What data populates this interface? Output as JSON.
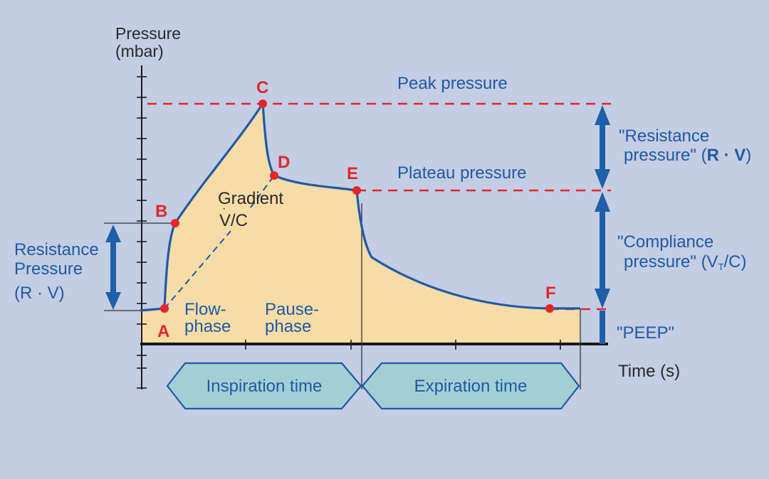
{
  "axes": {
    "y_label_line1": "Pressure",
    "y_label_line2": "(mbar)",
    "x_label": "Time (s)"
  },
  "levels": {
    "peak": "Peak pressure",
    "plateau": "Plateau pressure"
  },
  "points": {
    "A": "A",
    "B": "B",
    "C": "C",
    "D": "D",
    "E": "E",
    "F": "F"
  },
  "curve_labels": {
    "gradient_line1": "Gradient",
    "gradient_line2": "V/C",
    "flow_line1": "Flow-",
    "flow_line2": "phase",
    "pause_line1": "Pause-",
    "pause_line2": "phase"
  },
  "left_annotation": {
    "line1": "Resistance",
    "line2": "Pressure",
    "line3": "(R · V)"
  },
  "right_annotations": {
    "resistance_line1": "\"Resistance",
    "resistance_line2_prefix": "pressure\" (",
    "resistance_line2_formula": "R · V",
    "resistance_line2_suffix": ")",
    "compliance_line1": "\"Compliance",
    "compliance_line2_prefix": "pressure\" (V",
    "compliance_line2_sub": "T",
    "compliance_line2_suffix": "/C)",
    "peep": "\"PEEP\""
  },
  "time_bars": {
    "inspiration": "Inspiration time",
    "expiration": "Expiration time"
  },
  "colors": {
    "background": "#c3cde3",
    "fill": "#f6dca6",
    "curve": "#1f5aa6",
    "dashed": "#e3262b",
    "point": "#e3262b",
    "phase_box": "#a3ced4"
  }
}
